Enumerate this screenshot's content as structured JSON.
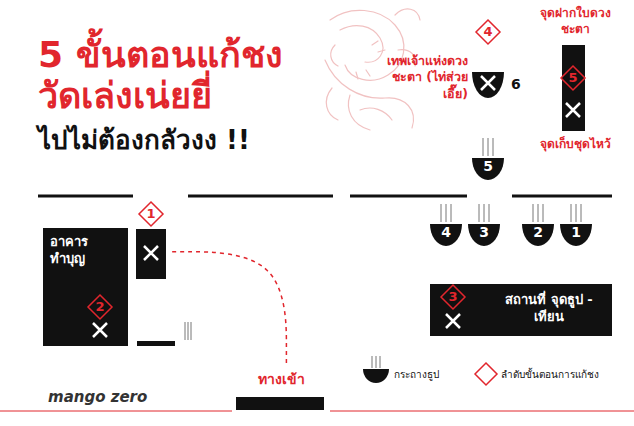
{
  "diagram": {
    "title": "5 ขั้นตอนแก้ชง วัดเล่งเน่ยยี่",
    "nodes": [
      {
        "text": [
          "อาคาร ทำบุญ",
          "2"
        ]
      },
      {
        "text": [
          "1"
        ]
      },
      {
        "text": [
          "4",
          "เทพเจ้าแห่งดวงชะตา (ไท่ส่วยเอี๊ย)",
          "6"
        ]
      },
      {
        "text": [
          "จุดฝากใบดวงชะตา",
          "5",
          "จุดเก็บชุดไหว้"
        ]
      },
      {
        "text": [
          "5"
        ]
      },
      {
        "text": [
          "4"
        ]
      },
      {
        "text": [
          "3"
        ]
      },
      {
        "text": [
          "2"
        ]
      },
      {
        "text": [
          "1"
        ]
      },
      {
        "text": [
          "3",
          "สถานที่ จุดธูป - เทียน"
        ]
      },
      {
        "text": [
          "ทางเข้า"
        ]
      }
    ],
    "edges": [
      {
        "from": 10,
        "to": 1,
        "arrow": "none"
      }
    ],
    "labels": [
      "ไปไม่ต้องกลัวงง !!",
      "mango zero"
    ],
    "legend": [
      {
        "text": "กระถางธูป"
      },
      {
        "text": "ลำดับขั้นตอนการแก้ชง"
      }
    ]
  }
}
